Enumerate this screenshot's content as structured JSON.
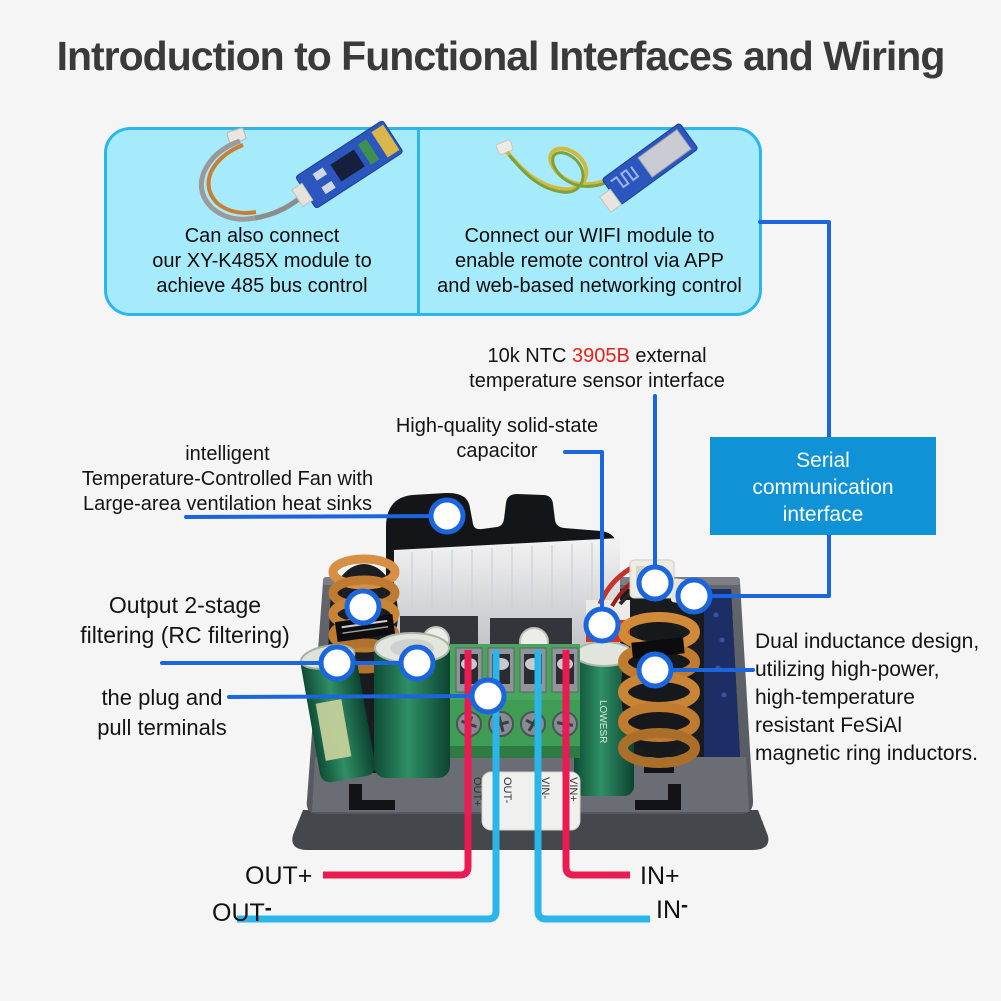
{
  "title": "Introduction to Functional Interfaces and Wiring",
  "colors": {
    "accent_blue": "#1b66de",
    "panel_fill": "#a6ebfc",
    "panel_border": "#2cb6ec",
    "serial_box_blue": "#1093d6",
    "wire_red": "#ea1a53",
    "wire_cyan": "#2bb5e9",
    "highlight_red": "#e8211c",
    "title_color": "#3a3a3a"
  },
  "panels": {
    "rs485": {
      "image": "xy-k485x-module-photo",
      "lines": [
        "Can also connect",
        "our XY-K485X module to",
        "achieve 485 bus control"
      ]
    },
    "wifi": {
      "image": "wifi-module-photo",
      "lines": [
        "Connect our WIFI module to",
        "enable remote control via APP",
        "and web-based networking control"
      ]
    }
  },
  "callouts": {
    "ntc": {
      "line1_prefix": "10k NTC ",
      "line1_red": "3905B",
      "line1_suffix": " external",
      "line2": "temperature sensor interface"
    },
    "solid_state": {
      "lines": [
        "High-quality solid-state",
        "capacitor"
      ]
    },
    "fan": {
      "lines": [
        "intelligent",
        "Temperature-Controlled Fan with",
        "Large-area ventilation heat sinks"
      ]
    },
    "serial": {
      "lines": [
        "Serial",
        "communication",
        "interface"
      ]
    },
    "filtering": {
      "lines": [
        "Output 2-stage",
        "filtering (RC filtering)"
      ]
    },
    "plug": {
      "lines": [
        "the plug and",
        "pull terminals"
      ]
    },
    "dual_inductance": {
      "lines": [
        "Dual inductance design,",
        "utilizing high-power,",
        "high-temperature",
        "resistant FeSiAl",
        "magnetic ring inductors."
      ]
    }
  },
  "wiring_labels": {
    "out_plus": "OUT+",
    "out_minus_base": "OUT",
    "in_plus": "IN+",
    "in_minus_base": "IN",
    "minus_sign": "-"
  },
  "board_stickers": [
    "OUT+",
    "OUT-",
    "VIN-",
    "VIN+"
  ]
}
